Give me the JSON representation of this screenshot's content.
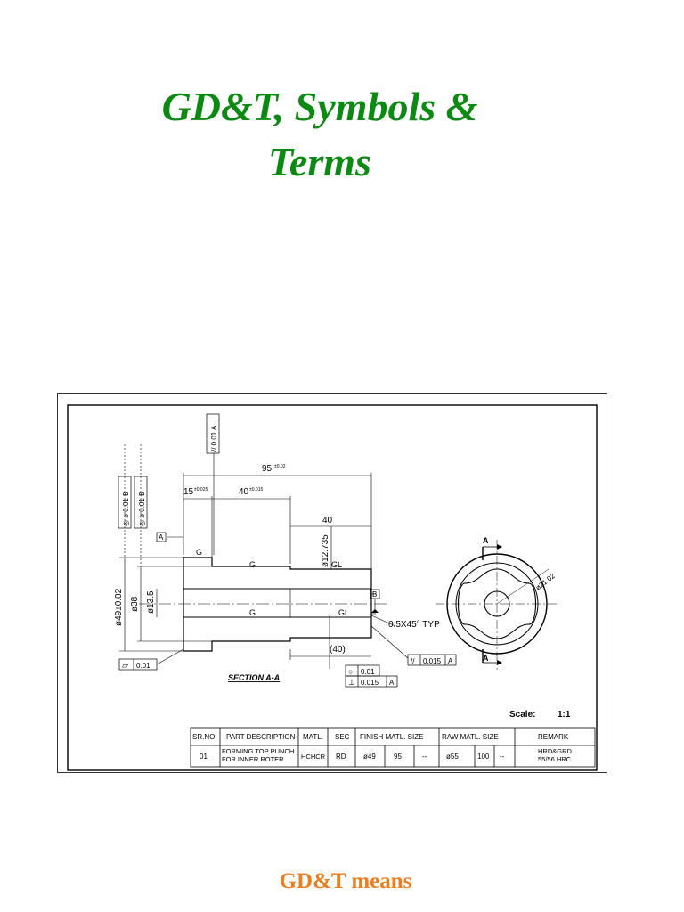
{
  "title": {
    "line1": "GD&T, Symbols  &",
    "line2": "Terms"
  },
  "footer_heading": "GD&T means",
  "colors": {
    "title": "#0b8a12",
    "footer_heading": "#ee7d1e"
  },
  "drawing": {
    "dims": {
      "overall": "95",
      "overall_tol": "±0.02",
      "flange": "15",
      "flange_tol": "±0.025",
      "body": "40",
      "body_tol": "±0.015",
      "tip": "40",
      "tip_ref": "(40)",
      "d_outer": "ø49±0.02",
      "d_body": "ø38",
      "d_bore": "ø13.5",
      "d_tip": "ø12.735",
      "chamfer": "0.5X45° TYP",
      "d_pcd": "ø21.02"
    },
    "grind_marks": {
      "g": "G",
      "gl": "GL"
    },
    "datums": {
      "a": "A",
      "b": "B"
    },
    "fcf": {
      "parallel_top": "// 0.01 A",
      "concentric_1": "◎ ø 0.01 B",
      "concentric_2": "◎ ø 0.01 B",
      "flatness_sym": "▱",
      "flatness_val": "0.01",
      "parallel_side_sym": "//",
      "parallel_side_val": "0.015",
      "parallel_side_datum": "A",
      "circularity_sym": "○",
      "circularity_val": "0.01",
      "perp_sym": "⊥",
      "perp_val": "0.015",
      "perp_datum": "A"
    },
    "section_label": "SECTION A-A",
    "section_marker": "A",
    "scale_label": "Scale:",
    "scale_value": "1:1",
    "table": {
      "headers": [
        "SR.NO",
        "PART DESCRIPTION",
        "MATL.",
        "SEC",
        "FINISH MATL. SIZE",
        "RAW MATL. SIZE",
        "REMARK"
      ],
      "row": {
        "srno": "01",
        "desc_1": "FORMING TOP PUNCH",
        "desc_2": "FOR INNER ROTER",
        "matl": "HCHCR",
        "sec": "RD",
        "fin_d": "ø49",
        "fin_l": "95",
        "fin_x": "--",
        "raw_d": "ø55",
        "raw_l": "100",
        "raw_x": "--",
        "remark_1": "HRD&GRD",
        "remark_2": "55/56 HRC"
      }
    }
  }
}
